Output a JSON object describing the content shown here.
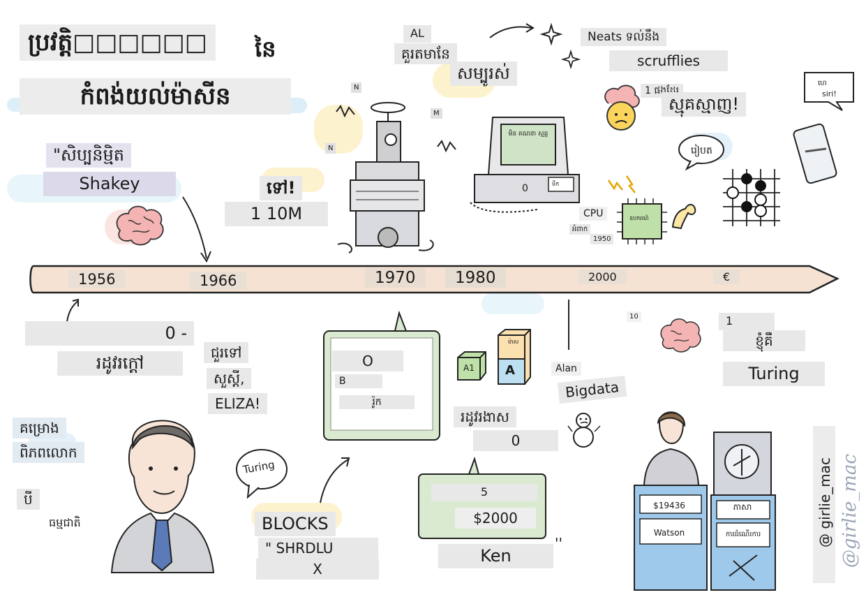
{
  "title": {
    "line1": "ប្រវត្តិ",
    "line1_boxes": "□□□□□□",
    "line1_end": "នៃ",
    "line2": "កំពង់យល់ម៉ាសីន"
  },
  "timeline": {
    "years": [
      "1956",
      "1966",
      "1970",
      "1980",
      "2000",
      "€"
    ]
  },
  "top_left": {
    "quote_line": "\"សិប្បនិម្មិត",
    "shakey": "Shakey",
    "exclaim": "ទៅ!",
    "budget": "1 10M"
  },
  "top_middle": {
    "al": "AL",
    "promise": "គួរតមានែ",
    "complex": "សម្បូរស់",
    "tag_n1": "N",
    "tag_m": "M",
    "tag_n2": "N",
    "monitor_text": "មិន គណនា ស្មគ្គ",
    "computer_zero": "0",
    "computer_label": "មីក"
  },
  "top_right": {
    "neats": "Neats ទល់នឹង",
    "scruffies": "scrufflies",
    "one_step": "1 ផងដែរ",
    "complex_line": "ស្មុគស្មាញ!",
    "bubble_hi": "ហេ",
    "bubble_siri": "siri!",
    "bubble_think": "រៀបត",
    "cpu": "CPU",
    "cpu_sub1": "អំពាក",
    "cpu_sub2": "1950",
    "chip_label": "ឧបករណ៍"
  },
  "bottom_left": {
    "zero_dash": "0 -",
    "dark_era": "រដូវរក្ដៅ",
    "project": "គម្រោង",
    "world": "ពិភពលោក",
    "three": "បី",
    "natural": "ធម្មជាតិ",
    "hello": "ជួរទៅ",
    "greet": "សួស្តី,",
    "eliza": "ELIZA!",
    "turing_bubble": "Turing"
  },
  "bottom_middle": {
    "box_o": "O",
    "box_b": "B",
    "box_r": "រ៉ូក",
    "blocks": "BLOCKS",
    "shrdlu": "\" SHRDLU",
    "x": "X",
    "cube_a1": "A1",
    "cube_a": "A",
    "cube_top": "ម៉ាស",
    "winter": "រដូវរងាស",
    "winter_zero": "0",
    "five": "5",
    "prize": "$2000",
    "ken": "Ken",
    "quote_mark": "''"
  },
  "bottom_right": {
    "alan": "Alan",
    "bigdata": "Bigdata",
    "ten": "10",
    "one": "1",
    "i_am": "ខ្ញុំគឺ",
    "turing": "Turing",
    "score_left": "$19436",
    "watson": "Watson",
    "score_right": "ភាសា",
    "processing": "ការដំណើរការ",
    "handle": "@ girlie_mac",
    "signature": "@girlie_mac"
  },
  "colors": {
    "timeline_fill": "#f5e2d2",
    "year_bg": "#eadfd4",
    "label_bg": "#e8e8e8",
    "green_box": "#d9ead0",
    "blue_blotch": "#bfe0f2",
    "yellow_blotch": "#fbe7a6",
    "pink_blotch": "#f6cfc9"
  }
}
